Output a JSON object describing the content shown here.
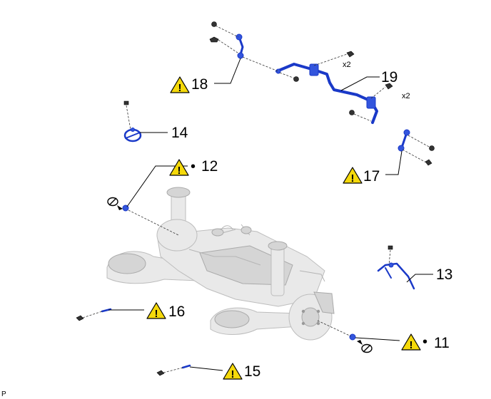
{
  "callouts": {
    "c11": "11",
    "c12": "12",
    "c13": "13",
    "c14": "14",
    "c15": "15",
    "c16": "16",
    "c17": "17",
    "c18": "18",
    "c19": "19"
  },
  "bullet": "•",
  "warning_mark": "!",
  "quantities": {
    "q_upper": "x2",
    "q_lower": "x2"
  },
  "figure_code": "P",
  "colors": {
    "highlight_part": "#3355dd",
    "warning_fill": "#f5d90a",
    "ghost_part": "#e9e9e9"
  },
  "icons": {
    "warning": "warning-triangle-icon",
    "no_reuse": "non-reusable-part-icon"
  }
}
